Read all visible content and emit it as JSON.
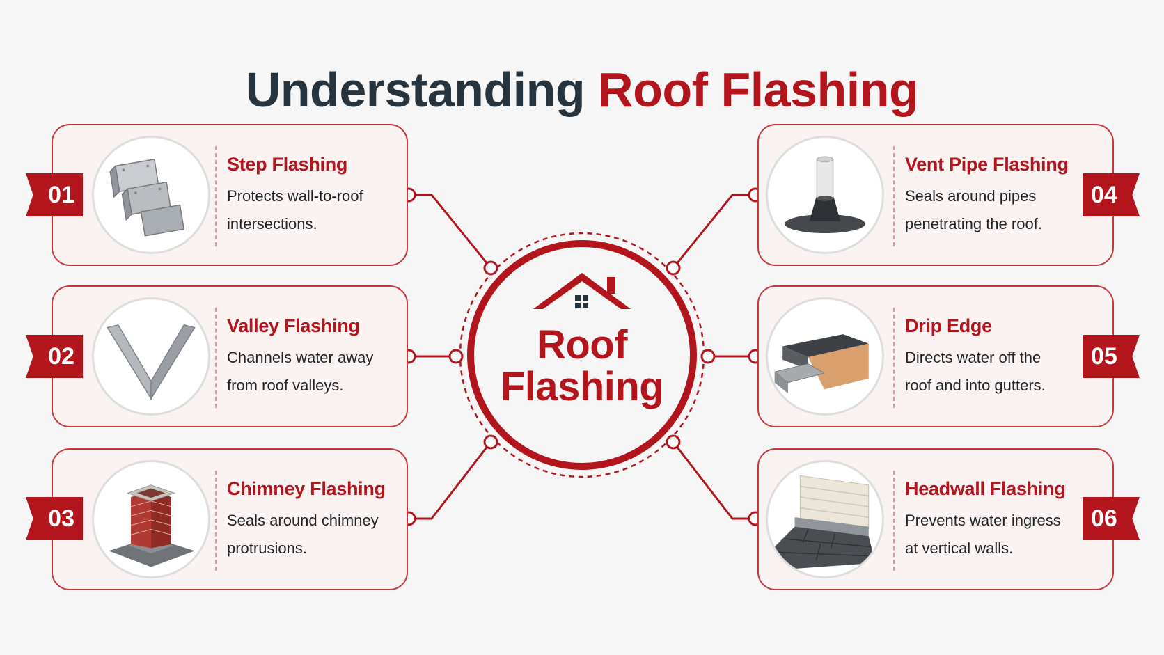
{
  "title": {
    "part1": "Understanding",
    "part2": "Roof Flashing"
  },
  "hub": {
    "line1": "Roof",
    "line2": "Flashing"
  },
  "items": [
    {
      "number": "01",
      "name": "Step Flashing",
      "desc_line1": "Protects wall-to-roof",
      "desc_line2": "intersections.",
      "icon": "step-flashing-icon"
    },
    {
      "number": "02",
      "name": "Valley Flashing",
      "desc_line1": "Channels water away",
      "desc_line2": "from roof valleys.",
      "icon": "valley-flashing-icon"
    },
    {
      "number": "03",
      "name": "Chimney Flashing",
      "desc_line1": "Seals around chimney",
      "desc_line2": "protrusions.",
      "icon": "chimney-flashing-icon"
    },
    {
      "number": "04",
      "name": "Vent Pipe Flashing",
      "desc_line1": "Seals around pipes",
      "desc_line2": "penetrating the roof.",
      "icon": "vent-pipe-flashing-icon"
    },
    {
      "number": "05",
      "name": "Drip Edge",
      "desc_line1": "Directs water off the",
      "desc_line2": "roof and into gutters.",
      "icon": "drip-edge-icon"
    },
    {
      "number": "06",
      "name": "Headwall Flashing",
      "desc_line1": "Prevents water ingress",
      "desc_line2": "at vertical walls.",
      "icon": "headwall-flashing-icon"
    }
  ],
  "colors": {
    "accent": "#b3151d",
    "title_dark": "#263440",
    "card_bg": "#fbf2f2",
    "card_border": "#c8353c"
  }
}
